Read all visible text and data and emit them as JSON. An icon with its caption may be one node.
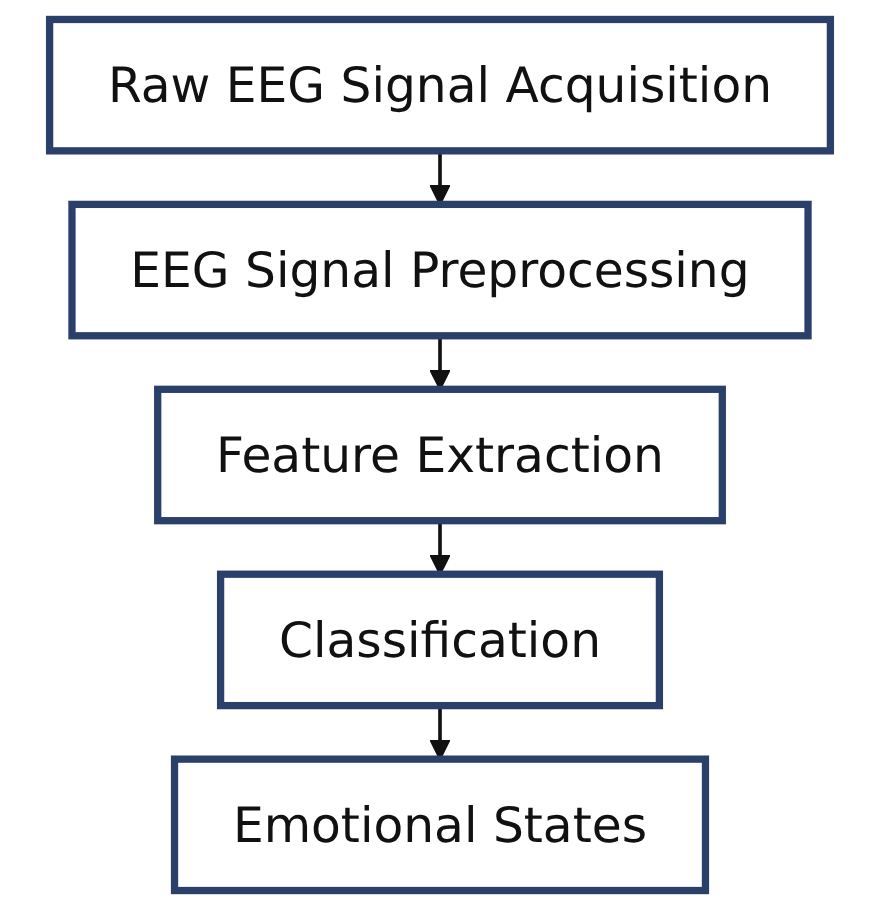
{
  "diagram": {
    "nodes": [
      {
        "text": [
          "Raw EEG Signal Acquisition"
        ]
      },
      {
        "text": [
          "EEG Signal Preprocessing"
        ]
      },
      {
        "text": [
          "Feature Extraction"
        ]
      },
      {
        "text": [
          "Classification"
        ]
      },
      {
        "text": [
          "Emotional States"
        ]
      }
    ],
    "edges": [
      {
        "from": 0,
        "to": 1,
        "arrow": "to"
      },
      {
        "from": 1,
        "to": 2,
        "arrow": "to"
      },
      {
        "from": 2,
        "to": 3,
        "arrow": "to"
      },
      {
        "from": 3,
        "to": 4,
        "arrow": "to"
      }
    ]
  }
}
